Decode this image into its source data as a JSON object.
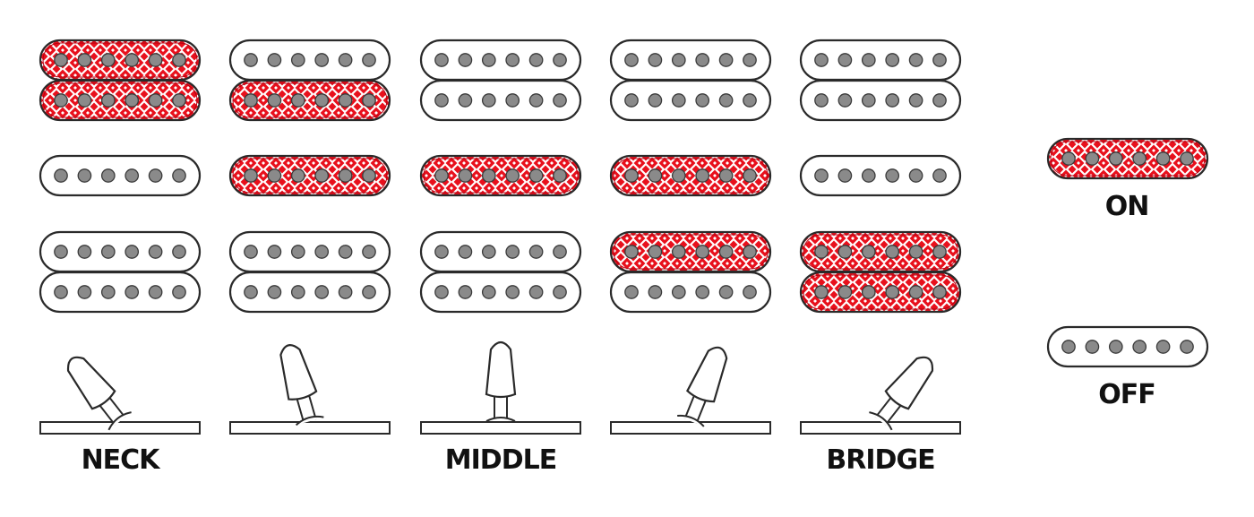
{
  "colors": {
    "on_fill": "#e8101c",
    "on_pattern": "#ffffff",
    "off_fill": "#ffffff",
    "outline": "#2a2a2a",
    "pole": "#8a8a8a",
    "label": "#111111"
  },
  "positions": [
    {
      "label": "NECK",
      "switch": "neck",
      "neck": [
        true,
        true
      ],
      "middle": false,
      "bridge": [
        false,
        false
      ]
    },
    {
      "label": "",
      "switch": "neck-middle",
      "neck": [
        false,
        true
      ],
      "middle": true,
      "bridge": [
        false,
        false
      ]
    },
    {
      "label": "MIDDLE",
      "switch": "middle",
      "neck": [
        false,
        false
      ],
      "middle": true,
      "bridge": [
        false,
        false
      ]
    },
    {
      "label": "",
      "switch": "middle-bridge",
      "neck": [
        false,
        false
      ],
      "middle": true,
      "bridge": [
        true,
        false
      ]
    },
    {
      "label": "BRIDGE",
      "switch": "bridge",
      "neck": [
        false,
        false
      ],
      "middle": false,
      "bridge": [
        true,
        true
      ]
    }
  ],
  "legend": {
    "on_label": "ON",
    "off_label": "OFF"
  }
}
